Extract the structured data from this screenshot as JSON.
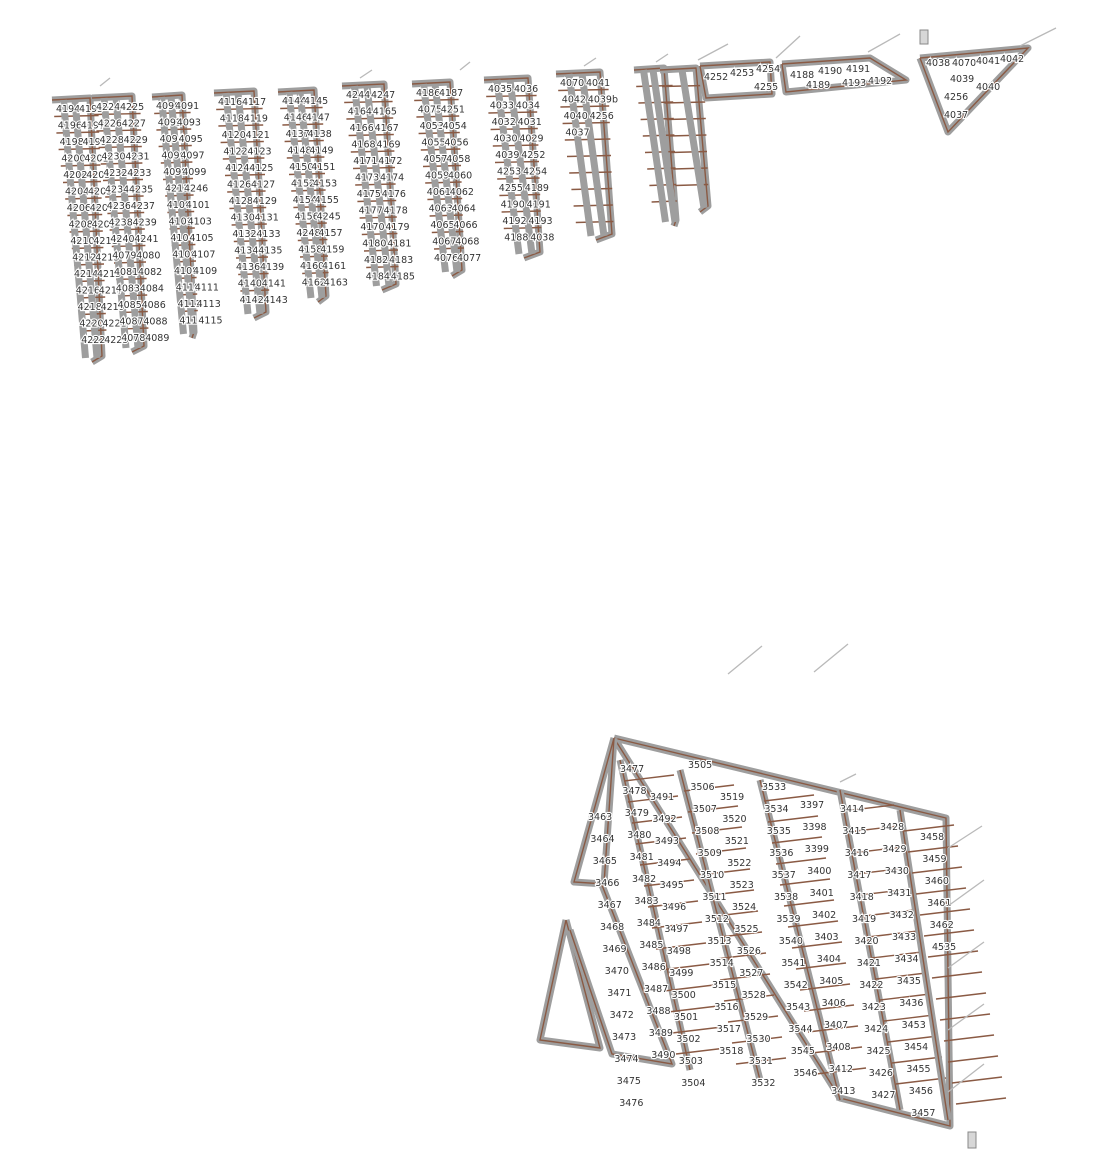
{
  "upper_block": {
    "labels": [
      "4194",
      "4195",
      "4196",
      "4197",
      "4198",
      "4199",
      "4200",
      "4201",
      "4202",
      "4203",
      "4204",
      "4205",
      "4206",
      "4207",
      "4208",
      "4209",
      "4210",
      "4211",
      "4212",
      "4213",
      "4214",
      "4215",
      "4216",
      "4217",
      "4218",
      "4219",
      "4220",
      "4221",
      "4222",
      "4223",
      "4224",
      "4225",
      "4226",
      "4227",
      "4228",
      "4229",
      "4230",
      "4231",
      "4232",
      "4233",
      "4234",
      "4235",
      "4236",
      "4237",
      "4238",
      "4239",
      "4240",
      "4241",
      "4079",
      "4080",
      "4081",
      "4082",
      "4083",
      "4084",
      "4085",
      "4086",
      "4087",
      "4088",
      "4078",
      "4089",
      "4090",
      "4091",
      "4092",
      "4093",
      "4094",
      "4095",
      "4096",
      "4097",
      "4098",
      "4099",
      "4213",
      "4246",
      "4100",
      "4101",
      "4102",
      "4103",
      "4104",
      "4105",
      "4106",
      "4107",
      "4108",
      "4109",
      "4110",
      "4111",
      "4112",
      "4113",
      "4114",
      "4115",
      "4116",
      "4117",
      "4118",
      "4119",
      "4120",
      "4121",
      "4122",
      "4123",
      "4124",
      "4125",
      "4126",
      "4127",
      "4128",
      "4129",
      "4130",
      "4131",
      "4132",
      "4133",
      "4134",
      "4135",
      "4136",
      "4139",
      "4140",
      "4141",
      "4142",
      "4143",
      "4144",
      "4145",
      "4146",
      "4147",
      "4137",
      "4138",
      "4148",
      "4149",
      "4150",
      "4151",
      "4152",
      "4153",
      "4154",
      "4155",
      "4156",
      "4245",
      "4248",
      "4157",
      "4158",
      "4159",
      "4160",
      "4161",
      "4162",
      "4163",
      "4244",
      "4247",
      "4164",
      "4165",
      "4166",
      "4167",
      "4168",
      "4169",
      "4171",
      "4172",
      "4173",
      "4174",
      "4175",
      "4176",
      "4177",
      "4178",
      "4170",
      "4179",
      "4180",
      "4181",
      "4182",
      "4183",
      "4184",
      "4185",
      "4186",
      "4187",
      "4075",
      "4251",
      "4053",
      "4054",
      "4055",
      "4056",
      "4057",
      "4058",
      "4059",
      "4060",
      "4061",
      "4062",
      "4063",
      "4064",
      "4065",
      "4066",
      "4067",
      "4068",
      "4076",
      "4077",
      "4035",
      "4036",
      "4033",
      "4034",
      "4032",
      "4031",
      "4030",
      "4029",
      "4039",
      "4252",
      "4253",
      "4254",
      "4255",
      "4189",
      "4190",
      "4191",
      "4192",
      "4193",
      "4188",
      "4038",
      "4070",
      "4041",
      "4042",
      "4039b",
      "4040",
      "4256",
      "4037"
    ]
  },
  "lower_block": {
    "labels": [
      "3463",
      "3464",
      "3465",
      "3466",
      "3467",
      "3468",
      "3469",
      "3470",
      "3471",
      "3472",
      "3473",
      "3474",
      "3475",
      "3476",
      "3477",
      "3478",
      "3479",
      "3480",
      "3481",
      "3482",
      "3483",
      "3484",
      "3485",
      "3486",
      "3487",
      "3488",
      "3489",
      "3490",
      "3491",
      "3492",
      "3493",
      "3494",
      "3495",
      "3496",
      "3497",
      "3498",
      "3499",
      "3500",
      "3501",
      "3502",
      "3503",
      "3504",
      "3505",
      "3506",
      "3507",
      "3508",
      "3509",
      "3510",
      "3511",
      "3512",
      "3513",
      "3514",
      "3515",
      "3516",
      "3517",
      "3518",
      "3519",
      "3520",
      "3521",
      "3522",
      "3523",
      "3524",
      "3525",
      "3526",
      "3527",
      "3528",
      "3529",
      "3530",
      "3531",
      "3532",
      "3533",
      "3534",
      "3535",
      "3536",
      "3537",
      "3538",
      "3539",
      "3540",
      "3541",
      "3542",
      "3543",
      "3544",
      "3545",
      "3546",
      "3397",
      "3398",
      "3399",
      "3400",
      "3401",
      "3402",
      "3403",
      "3404",
      "3405",
      "3406",
      "3407",
      "3408",
      "3412",
      "3413",
      "3414",
      "3415",
      "3416",
      "3417",
      "3418",
      "3419",
      "3420",
      "3421",
      "3422",
      "3423",
      "3424",
      "3425",
      "3426",
      "3427",
      "3428",
      "3429",
      "3430",
      "3431",
      "3432",
      "3433",
      "3434",
      "3435",
      "3436",
      "3453",
      "3454",
      "3455",
      "3456",
      "3457",
      "3458",
      "3459",
      "3460",
      "3461",
      "3462",
      "4535"
    ]
  },
  "colors": {
    "beam": "#9e9e9e",
    "beam_edge": "#8a5a44",
    "background": "#ffffff"
  }
}
